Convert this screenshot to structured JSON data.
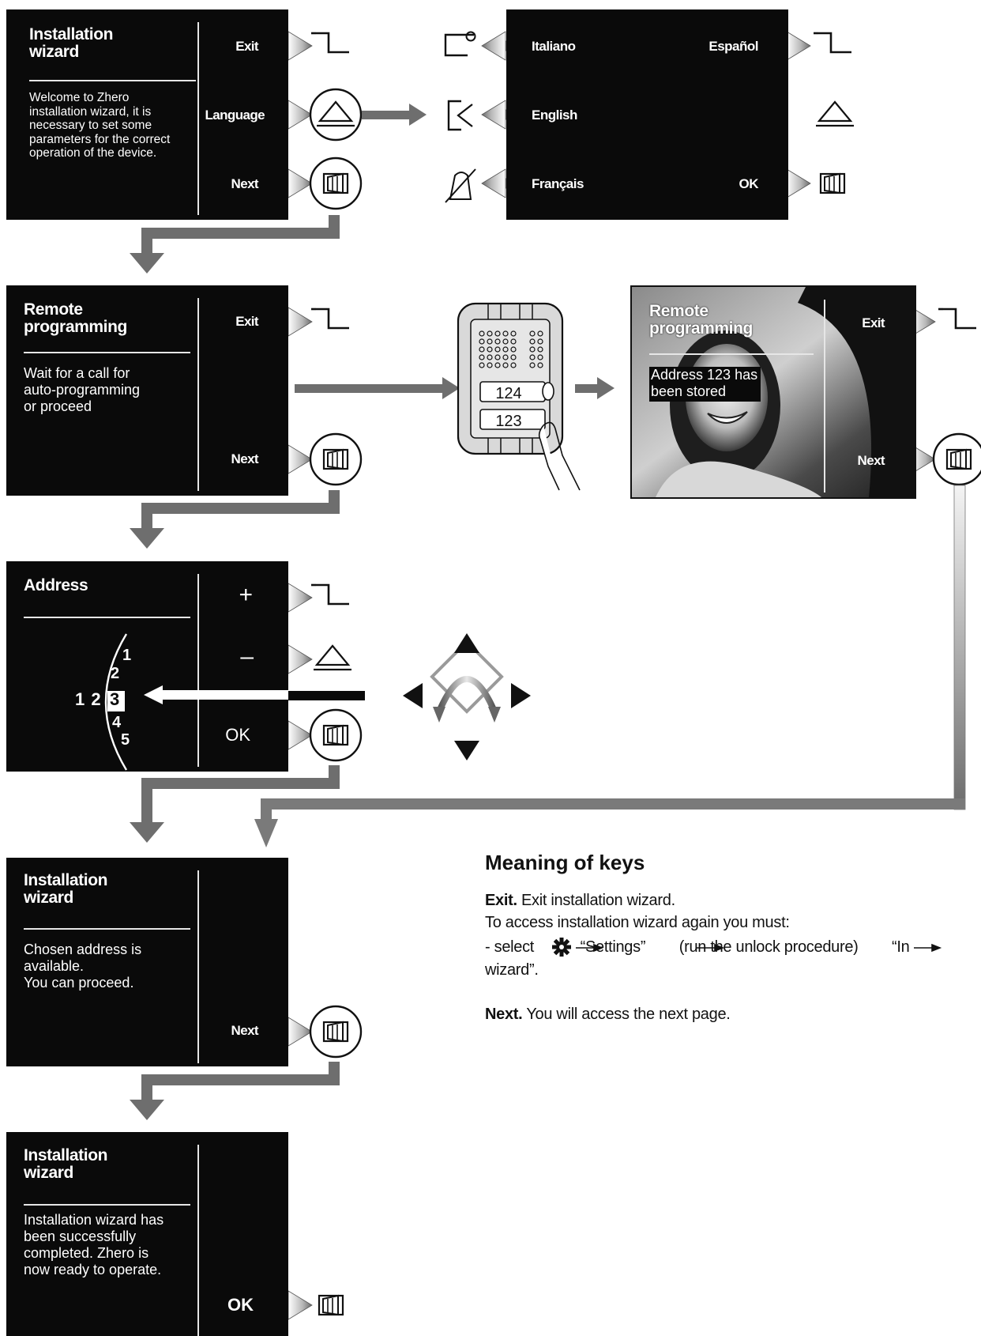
{
  "colors": {
    "screen_bg": "#0a0a0a",
    "arrow_gray": "#6e6e6e",
    "text": "#111111"
  },
  "screens": {
    "wizard_start": {
      "title_l1": "Installation",
      "title_l2": "wizard",
      "body": [
        "Welcome to Zhero",
        "installation wizard, it is",
        "necessary to set some",
        "parameters for the correct",
        "operation of the device."
      ],
      "keys": {
        "exit": "Exit",
        "language": "Language",
        "next": "Next"
      }
    },
    "language": {
      "left": [
        "Italiano",
        "English",
        "Français"
      ],
      "right": [
        "Español",
        "OK"
      ]
    },
    "remote": {
      "title_l1": "Remote",
      "title_l2": "programming",
      "body": [
        "Wait for a call for",
        "auto-programming",
        "or proceed"
      ],
      "keys": {
        "exit": "Exit",
        "next": "Next"
      }
    },
    "panel": {
      "button_top": "124",
      "button_bottom": "123"
    },
    "remote_stored": {
      "title_l1": "Remote",
      "title_l2": "programming",
      "body": [
        "Address 123 has",
        "been stored"
      ],
      "keys": {
        "exit": "Exit",
        "next": "Next"
      }
    },
    "address": {
      "title": "Address",
      "keys": {
        "plus": "+",
        "minus": "–",
        "ok": "OK"
      },
      "dial": {
        "row_prefix": "1 2",
        "n1": "1",
        "n2": "2",
        "n3": "3",
        "n4": "4",
        "n5": "5"
      }
    },
    "available": {
      "title_l1": "Installation",
      "title_l2": "wizard",
      "body": [
        "Chosen address is",
        "available.",
        "You can proceed."
      ],
      "keys": {
        "next": "Next"
      }
    },
    "completed": {
      "title_l1": "Installation",
      "title_l2": "wizard",
      "body": [
        "Installation wizard has",
        "been successfully",
        "completed. Zhero is",
        "now ready to operate."
      ],
      "keys": {
        "ok": "OK"
      }
    }
  },
  "meaning": {
    "title": "Meaning of keys",
    "exit_label": "Exit.",
    "exit_text": "Exit installation wizard.",
    "access_text": "To access installation wizard again you must:",
    "select_prefix": "- select",
    "settings": "“Settings”",
    "unlock": "(run the unlock procedure)",
    "tail": "“In",
    "wizard_end": "wizard”.",
    "next_label": "Next.",
    "next_text": "You will access the next page."
  }
}
